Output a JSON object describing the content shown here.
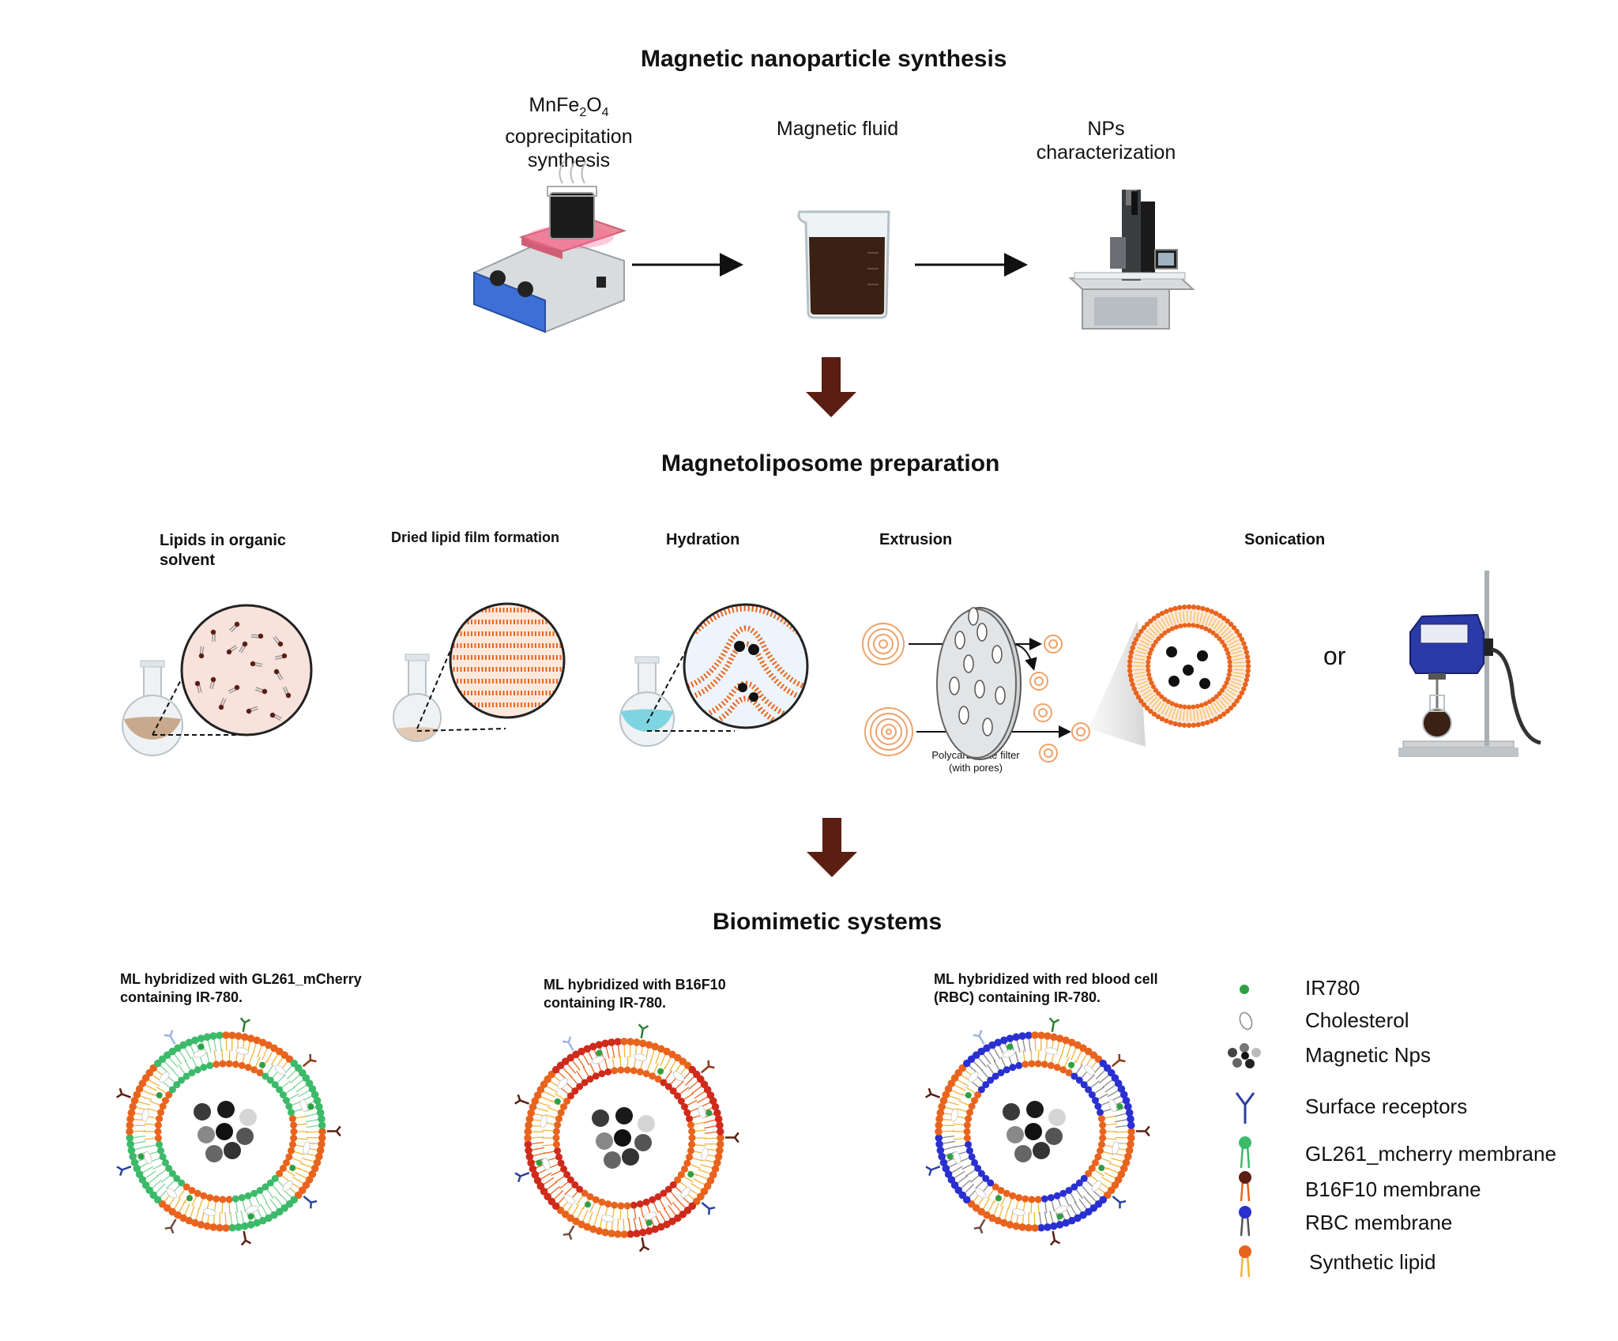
{
  "section1": {
    "title": "Magnetic nanoparticle synthesis",
    "step1_line1": "MnFe",
    "step1_sub2": "2",
    "step1_o": "O",
    "step1_sub4": "4",
    "step1_line2": "coprecipitation",
    "step1_line3": "synthesis",
    "step2": "Magnetic fluid",
    "step3_line1": "NPs",
    "step3_line2": "characterization"
  },
  "section2": {
    "title": "Magnetoliposome preparation",
    "step1_line1": "Lipids in organic",
    "step1_line2": "solvent",
    "step2": "Dried lipid film formation",
    "step3": "Hydration",
    "step4": "Extrusion",
    "step5": "Sonication",
    "filter_line1": "Polycarbonate filter",
    "filter_line2": "(with pores)",
    "or": "or"
  },
  "section3": {
    "title": "Biomimetic systems",
    "sys1_line1": "ML hybridized with GL261_mCherry",
    "sys1_line2": "containing IR-780.",
    "sys2_line1": "ML hybridized with B16F10",
    "sys2_line2": "containing IR-780.",
    "sys3_line1": "ML hybridized with red blood cell",
    "sys3_line2": "(RBC) containing IR-780."
  },
  "legend": {
    "items": [
      {
        "label": "IR780",
        "icon": "ir780-dot-icon",
        "color": "#2ea043"
      },
      {
        "label": "Cholesterol",
        "icon": "cholesterol-icon",
        "color": "#dddddd"
      },
      {
        "label": "Magnetic Nps",
        "icon": "magnetic-nps-icon",
        "color": "#444444"
      },
      {
        "label": "Surface receptors",
        "icon": "receptor-icon",
        "color": "#2b3f9e"
      },
      {
        "label": "GL261_mcherry membrane",
        "icon": "gl261-lipid-icon",
        "color": "#3cba6a"
      },
      {
        "label": "B16F10 membrane",
        "icon": "b16f10-lipid-icon",
        "color": "#5a1e12"
      },
      {
        "label": "RBC membrane",
        "icon": "rbc-lipid-icon",
        "color": "#2a2fd0"
      },
      {
        "label": "Synthetic lipid",
        "icon": "synthetic-lipid-icon",
        "color": "#e8641e"
      }
    ]
  },
  "colors": {
    "arrow_down": "#5a1e12",
    "lipid_orange": "#e8641e",
    "gl261_green": "#3cba6a",
    "b16f10_red": "#cf2a1c",
    "rbc_blue": "#2a2fd0"
  }
}
